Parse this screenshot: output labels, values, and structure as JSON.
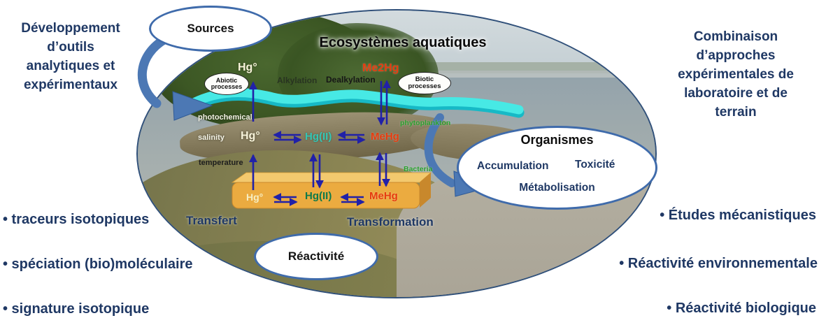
{
  "left_panel": {
    "heading_lines": [
      "Développement",
      "d’outils",
      "analytiques et",
      "expérimentaux"
    ],
    "bullets": [
      "• traceurs isotopiques",
      "• spéciation (bio)moléculaire",
      "• signature isotopique"
    ]
  },
  "right_panel": {
    "heading_lines": [
      "Combinaison",
      "d’approches",
      "expérimentales de",
      "laboratoire et de",
      "terrain"
    ],
    "bullets": [
      "• Études mécanistiques",
      "• Réactivité environnementale",
      "• Réactivité biologique"
    ]
  },
  "diagram": {
    "title": "Ecosystèmes aquatiques",
    "sources_bubble": "Sources",
    "reactivite_bubble": "Réactivité",
    "organismes_bubble": {
      "title": "Organismes",
      "accumulation": "Accumulation",
      "toxicite": "Toxicité",
      "metabolisation": "Métabolisation"
    },
    "abiotic_oval": "Abiotic processes",
    "biotic_oval": "Biotic processes",
    "atmosphere": {
      "hg0": "Hg°",
      "me2hg": "Me2Hg",
      "alkylation": "Alkylation",
      "dealkylation": "Dealkylation"
    },
    "water_column": {
      "hg0": "Hg°",
      "hg2": "Hg(II)",
      "mehg": "MeHg",
      "photochemical": "photochemical",
      "salinity": "salinity",
      "temperature": "temperature",
      "phytoplankton": "phytoplankton",
      "bacteria": "Bacteria"
    },
    "sediment": {
      "hg0": "Hg°",
      "hg2": "Hg(II)",
      "mehg": "MeHg"
    },
    "bottom_labels": {
      "transfert": "Transfert",
      "transformation": "Transformation"
    },
    "colors": {
      "navy_text": "#1f3864",
      "bubble_border": "#3f6bab",
      "curved_arrow_blue": "#4c78b4",
      "chem_arrow_blue": "#2121a8",
      "ribbon_cyan": "#47e9e5",
      "sediment_orange": "#ebab40",
      "species_red": "#e63c0f",
      "water_hg2_teal": "#35c6b4",
      "sediment_hg2_green": "#0f7a4a",
      "biology_green": "#2aa02e"
    }
  }
}
